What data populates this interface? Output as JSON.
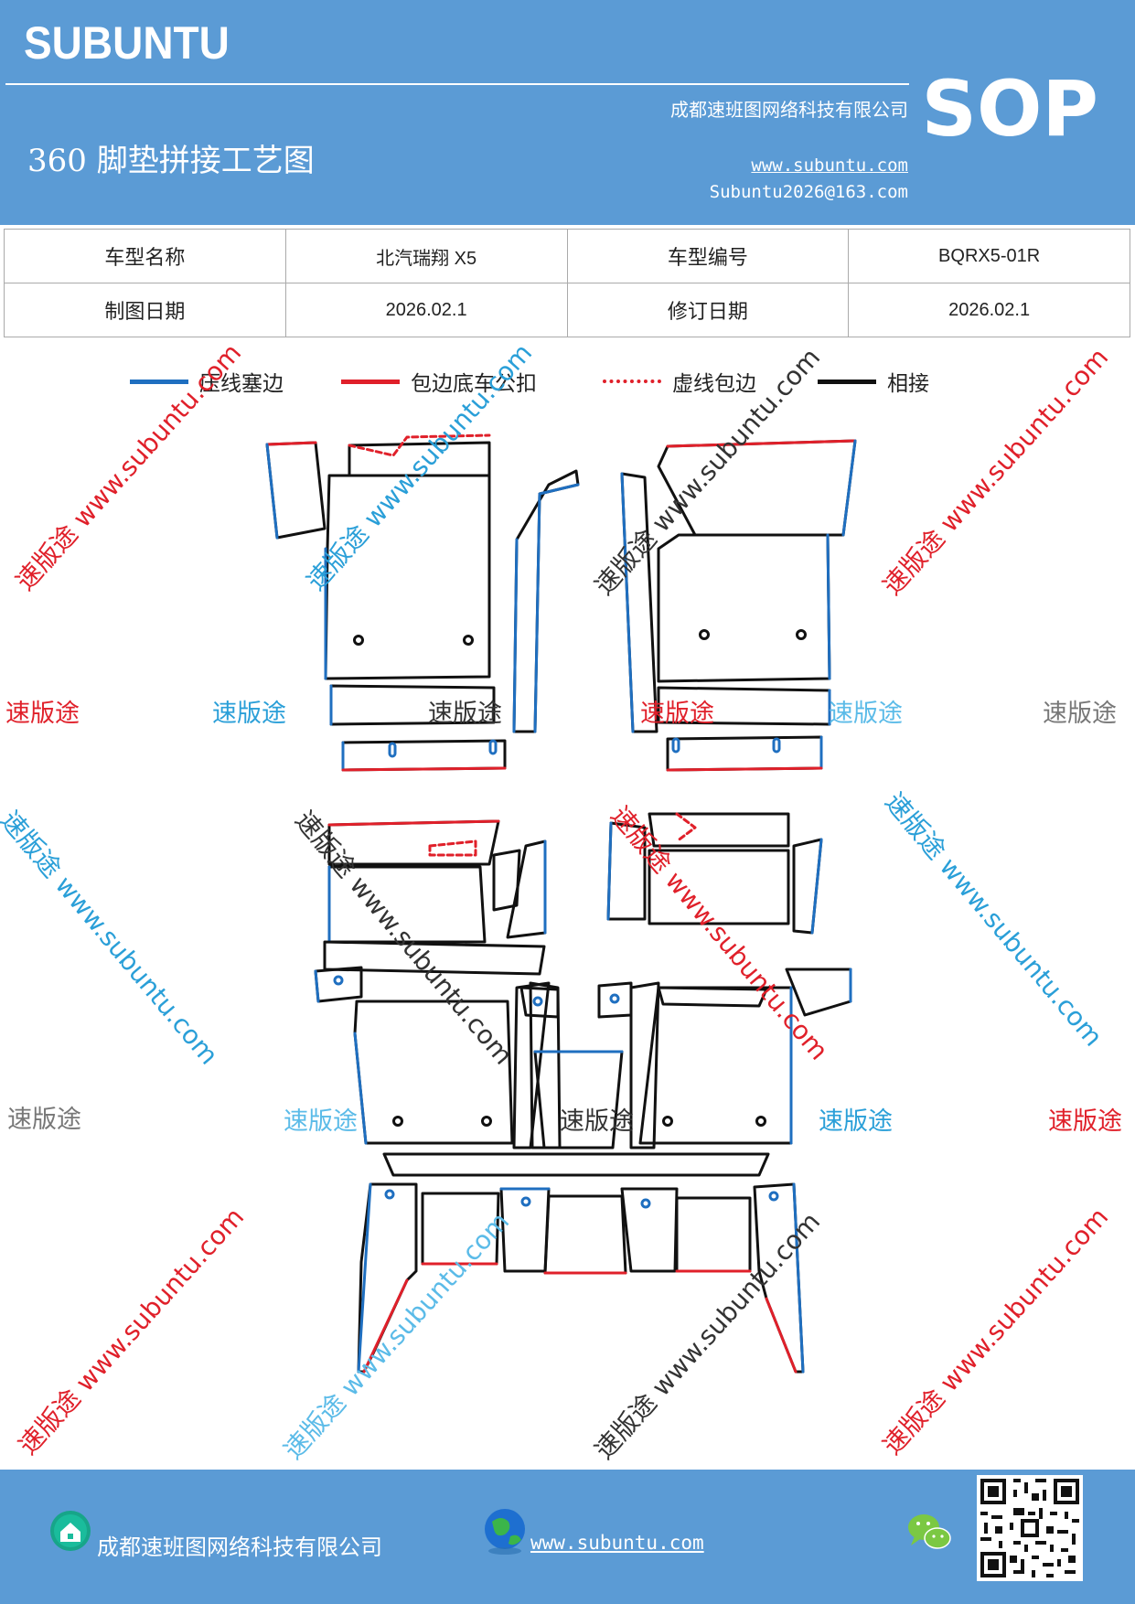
{
  "header": {
    "brand": "SUBUNTU",
    "company": "成都速班图网络科技有限公司",
    "title": "360 脚垫拼接工艺图",
    "website": "www.subuntu.com",
    "email": "Subuntu2026@163.com",
    "badge": "SOP"
  },
  "info_table": {
    "rows": [
      {
        "label1": "车型名称",
        "value1": "北汽瑞翔 X5",
        "label2": "车型编号",
        "value2": "BQRX5-01R"
      },
      {
        "label1": "制图日期",
        "value1": "2026.02.1",
        "label2": "修订日期",
        "value2": "2026.02.1"
      }
    ]
  },
  "legend": {
    "items": [
      {
        "label": "压线塞边",
        "style": "solid",
        "color": "#1f6fc0"
      },
      {
        "label": "包边底车公扣",
        "style": "solid",
        "color": "#e0202a"
      },
      {
        "label": "虚线包边",
        "style": "dotted",
        "color": "#e0202a"
      },
      {
        "label": "相接",
        "style": "solid",
        "color": "#111111"
      }
    ]
  },
  "watermarks": {
    "brand_cn": "速版途",
    "site": "速版途 www.subuntu.com"
  },
  "footer": {
    "company": "成都速班图网络科技有限公司",
    "website": "www.subuntu.com"
  },
  "colors": {
    "header_bg": "#5b9bd5",
    "blue_line": "#1f6fc0",
    "red_line": "#e0202a",
    "black_line": "#111111"
  },
  "icons": [
    "house-badge-icon",
    "globe-icon",
    "wechat-icon",
    "qr-code"
  ]
}
